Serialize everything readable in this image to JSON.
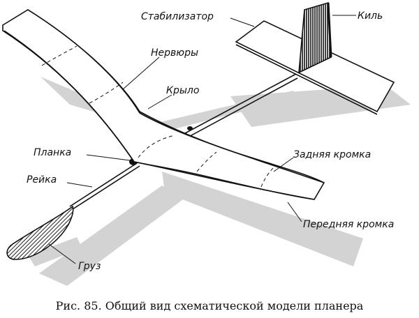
{
  "labels": {
    "stabilizer": "Стабилизатор",
    "fin": "Киль",
    "ribs": "Нервюры",
    "wing": "Крыло",
    "strip": "Планка",
    "rail": "Рейка",
    "trailing_edge": "Задняя кромка",
    "leading_edge": "Передняя кромка",
    "weight": "Груз"
  },
  "caption": "Рис. 85. Общий вид схематической модели планера",
  "colors": {
    "ink": "#111111",
    "shadow": "#d3d3d3",
    "paper": "#ffffff"
  }
}
